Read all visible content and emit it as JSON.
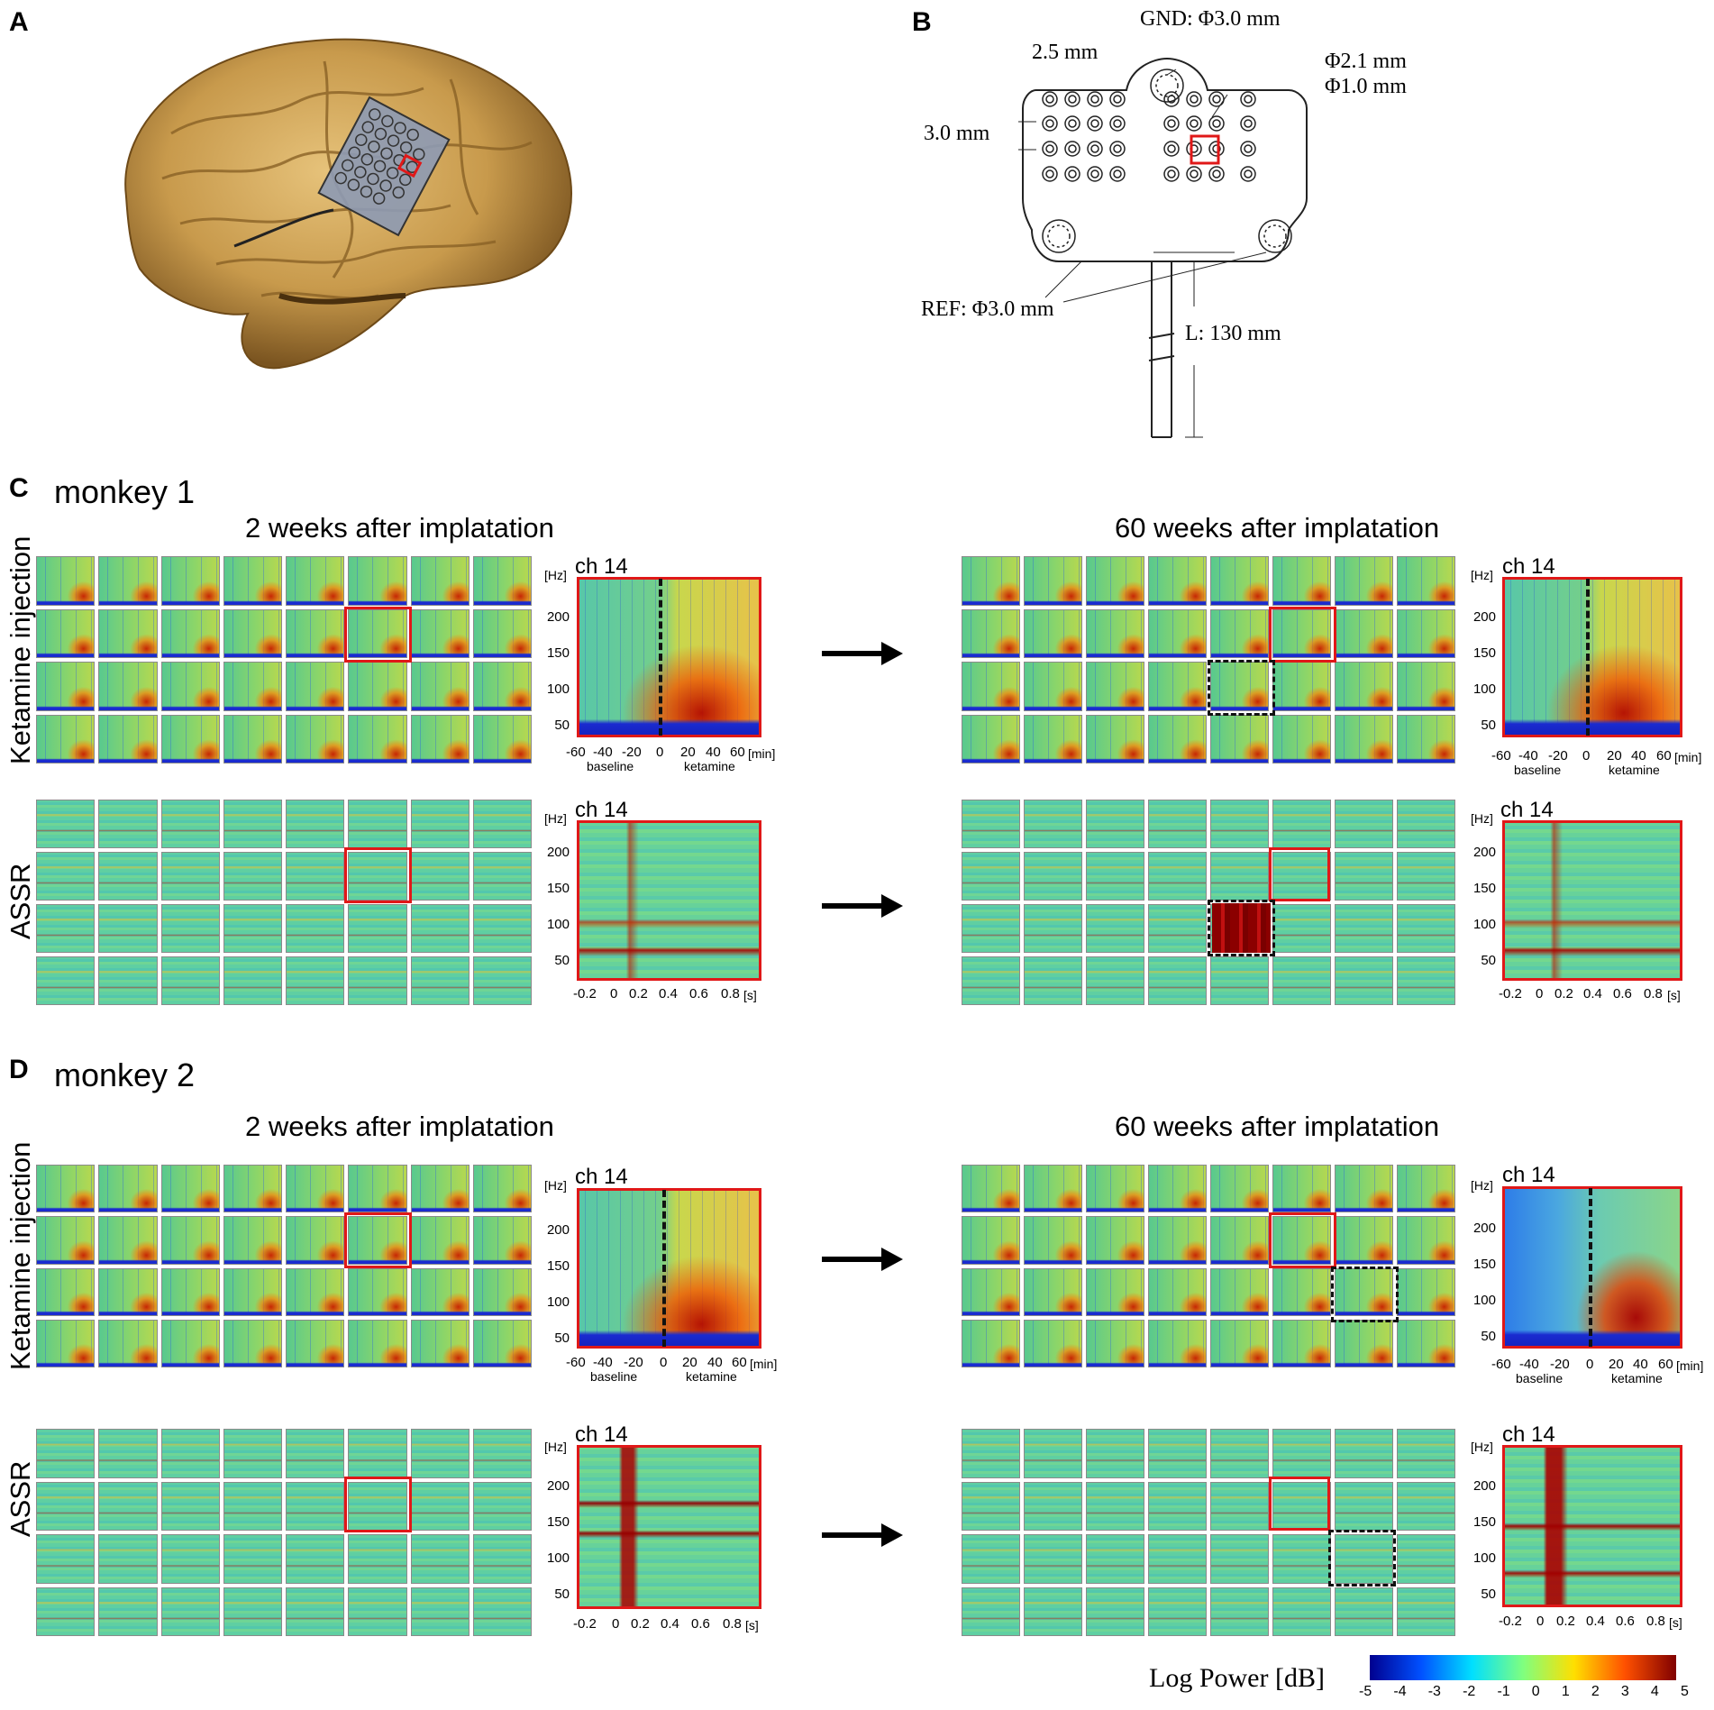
{
  "panels": {
    "a": "A",
    "b": "B",
    "c": "C",
    "d": "D"
  },
  "diagram": {
    "gnd": "GND: Φ3.0 mm",
    "pitch_h": "2.5 mm",
    "pitch_v": "3.0 mm",
    "d_outer": "Φ2.1 mm",
    "d_inner": "Φ1.0 mm",
    "ref": "REF: Φ3.0 mm",
    "length": "L: 130 mm"
  },
  "monkey1": {
    "title": "monkey 1",
    "left": "2 weeks after implatation",
    "right": "60 weeks after implatation"
  },
  "monkey2": {
    "title": "monkey 2",
    "left": "2 weeks after implatation",
    "right": "60 weeks after implatation"
  },
  "rows": {
    "ketamine": "Ketamine injection",
    "assr": "ASSR"
  },
  "spectro": {
    "ch": "ch 14",
    "hz_unit": "[Hz]",
    "yticks": [
      "200",
      "150",
      "100",
      "50"
    ],
    "ket_xticks": [
      "-60",
      "-40",
      "-20",
      "0",
      "20",
      "40",
      "60"
    ],
    "ket_xunit": "[min]",
    "baseline": "baseline",
    "ketamine": "ketamine",
    "assr_xticks": [
      "-0.2",
      "0",
      "0.2",
      "0.4",
      "0.6",
      "0.8"
    ],
    "assr_xunit": "[s]"
  },
  "colorbar": {
    "label": "Log Power [dB]",
    "ticks": [
      "-5",
      "-4",
      "-3",
      "-2",
      "-1",
      "0",
      "1",
      "2",
      "3",
      "4",
      "5"
    ],
    "colors": [
      "#00008f",
      "#0050ff",
      "#00dfff",
      "#7fff7f",
      "#ffdf00",
      "#ff5000",
      "#800000"
    ]
  }
}
